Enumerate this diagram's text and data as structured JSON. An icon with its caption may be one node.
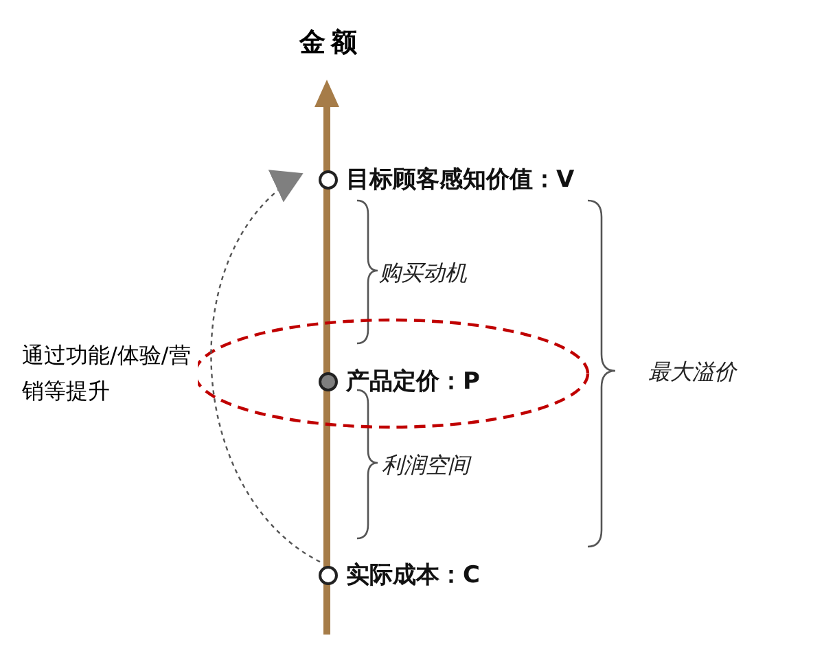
{
  "diagram": {
    "nodes": [
      {
        "text": [],
        "shape": "circle",
        "beside": [
          "目标顾客感知价值：V"
        ]
      },
      {
        "text": [],
        "shape": "circle",
        "beside": [
          "产品定价：P"
        ]
      },
      {
        "text": [],
        "shape": "circle",
        "beside": [
          "实际成本：C"
        ]
      }
    ],
    "edges": [
      {
        "from": 2,
        "to": 0,
        "arrow": "to",
        "style": "dashed",
        "label": "通过功能/体验/营销等提升"
      }
    ],
    "labels": [
      "金额",
      "购买动机",
      "利润空间",
      "最大溢价"
    ]
  }
}
